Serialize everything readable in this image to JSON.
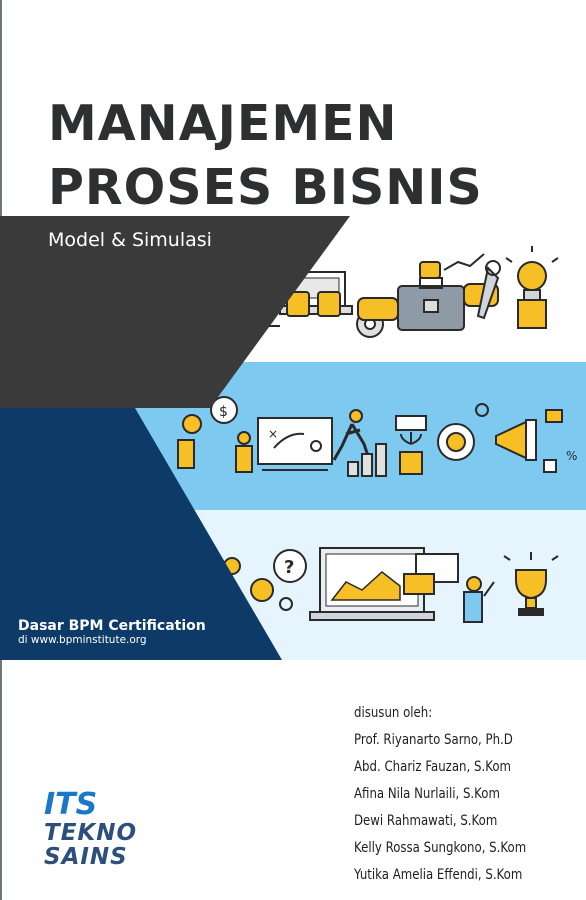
{
  "cover": {
    "title_line1": "MANAJEMEN",
    "title_line2": "PROSES BISNIS",
    "subtitle": "Model & Simulasi",
    "certification": {
      "title": "Dasar BPM Certification",
      "source": "di www.bpminstitute.org"
    },
    "authors_heading": "disusun oleh:",
    "authors": [
      "Prof. Riyanarto Sarno, Ph.D",
      "Abd. Chariz Fauzan, S.Kom",
      "Afina Nila Nurlaili, S.Kom",
      "Dewi Rahmawati, S.Kom",
      "Kelly Rossa Sungkono, S.Kom",
      "Yutika Amelia Effendi, S.Kom"
    ],
    "publisher": {
      "line1": "ITS",
      "line2": "TEKNO",
      "line3": "SAINS"
    }
  },
  "colors": {
    "title": "#2e2f31",
    "dark_gray_shape": "#3a3a3b",
    "navy_shape": "#0d3a66",
    "band_light_blue": "#7ec9ef",
    "band_pale_blue": "#e6f5fd",
    "accent_yellow": "#f6bf26",
    "logo_blue": "#1978c8"
  },
  "icons": [
    "hands-on-keyboard-icon",
    "gear-icon",
    "briefcase-handshake-icon",
    "wrench-icon",
    "lightbulb-idea-icon",
    "money-bulb-icon",
    "presentation-board-icon",
    "running-person-icon",
    "growth-chart-icon",
    "money-plant-icon",
    "target-gear-icon",
    "megaphone-icon",
    "question-bubble-icon",
    "laptop-analytics-icon",
    "presenter-icon",
    "trophy-icon"
  ]
}
